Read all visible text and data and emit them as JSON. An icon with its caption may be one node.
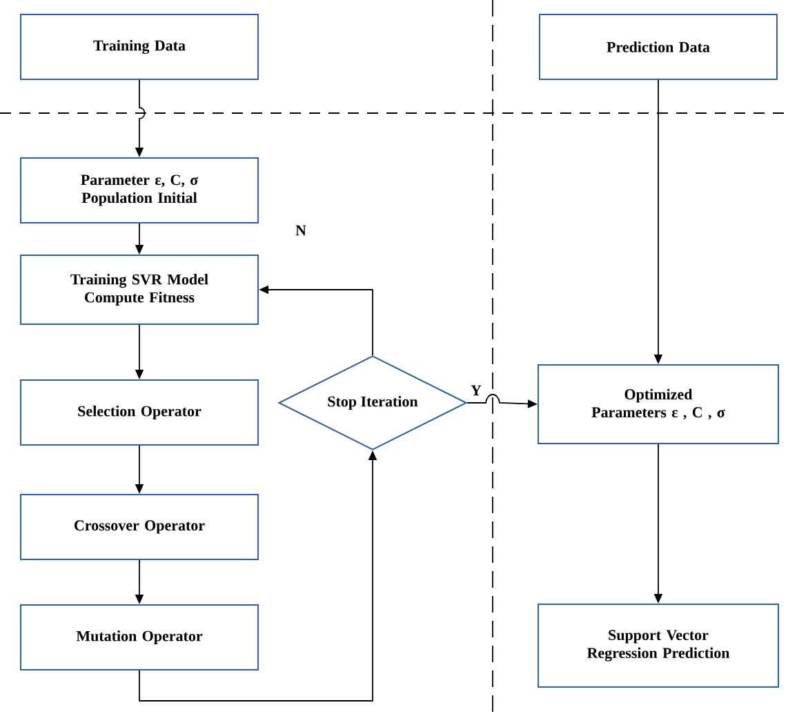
{
  "diagram": {
    "nodes": [
      {
        "text": [
          "Training Data"
        ]
      },
      {
        "text": [
          "Prediction Data"
        ]
      },
      {
        "text": [
          "Parameter ε, C, σ Population Initial"
        ]
      },
      {
        "text": [
          "Training SVR Model Compute Fitness"
        ]
      },
      {
        "text": [
          "Selection Operator"
        ]
      },
      {
        "text": [
          "Crossover Operator"
        ]
      },
      {
        "text": [
          "Mutation Operator"
        ]
      },
      {
        "text": [
          "Stop Iteration"
        ]
      },
      {
        "text": [
          "Optimized Parameters ε , C , σ"
        ]
      },
      {
        "text": [
          "Support Vector Regression Prediction"
        ]
      }
    ],
    "edges": [
      {
        "from": 0,
        "to": 2,
        "arrow": "to"
      },
      {
        "from": 2,
        "to": 3,
        "arrow": "to"
      },
      {
        "from": 3,
        "to": 4,
        "arrow": "to"
      },
      {
        "from": 4,
        "to": 5,
        "arrow": "to"
      },
      {
        "from": 5,
        "to": 6,
        "arrow": "to"
      },
      {
        "from": 6,
        "to": 7,
        "arrow": "to"
      },
      {
        "from": 7,
        "to": 3,
        "arrow": "to",
        "label": "N"
      },
      {
        "from": 7,
        "to": 8,
        "arrow": "to",
        "label": "Y"
      },
      {
        "from": 1,
        "to": 8,
        "arrow": "to"
      },
      {
        "from": 8,
        "to": 9,
        "arrow": "to"
      }
    ]
  }
}
